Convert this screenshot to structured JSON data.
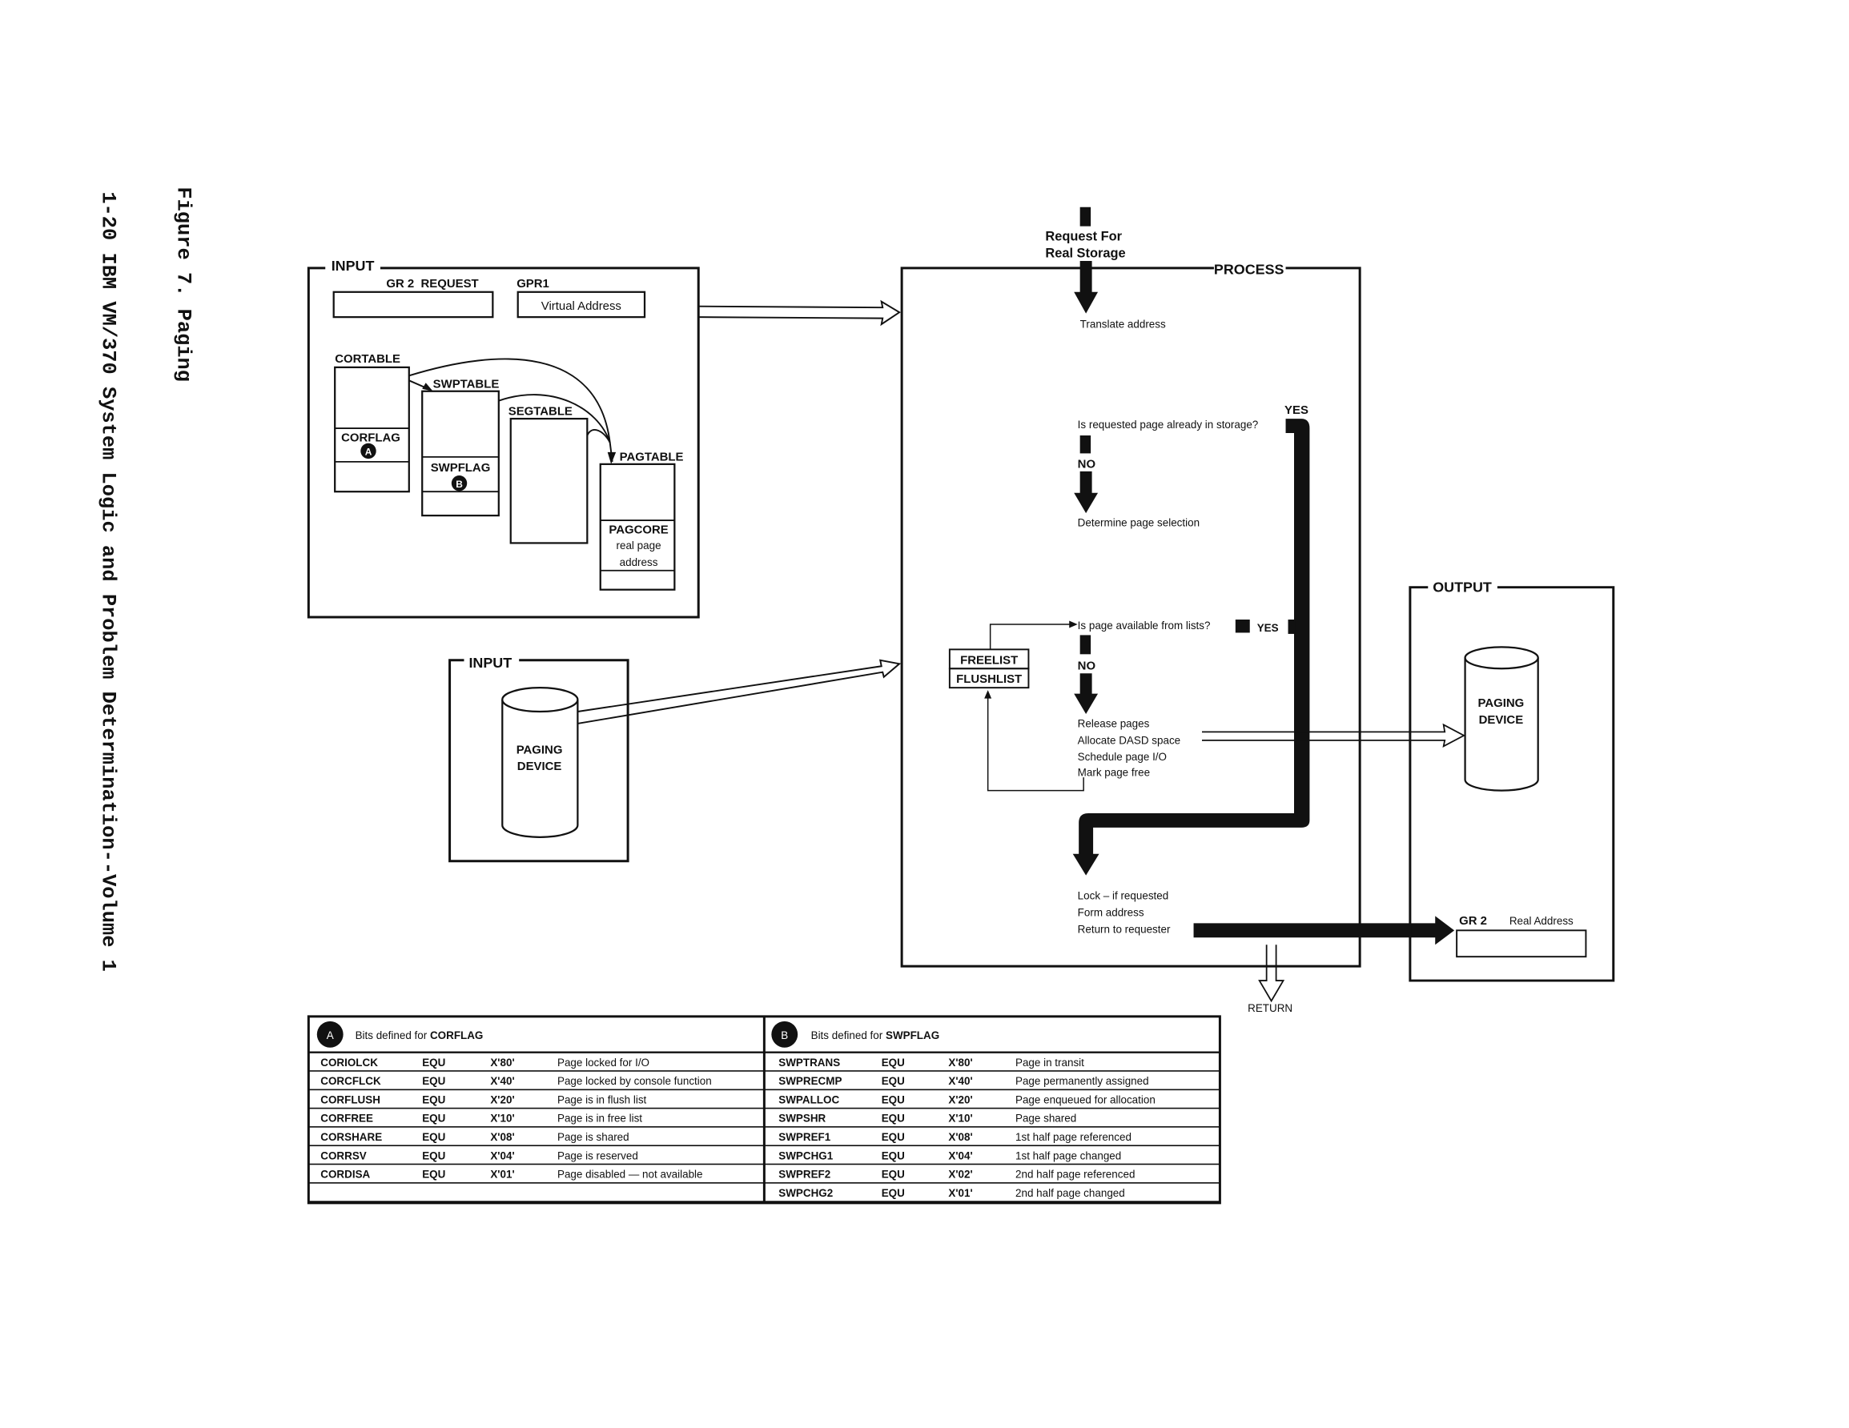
{
  "margin": {
    "figure_title": "Figure 7. Paging",
    "running_footer": "1-20 IBM VM/370 System Logic and Problem Determination--Volume 1"
  },
  "input_registers": {
    "label": "INPUT",
    "gr2_label": "GR 2  REQUEST",
    "gpr1_label": "GPR1",
    "gpr1_value": "Virtual Address",
    "tables": {
      "cortable": "CORTABLE",
      "corflag": "CORFLAG",
      "swptable": "SWPTABLE",
      "swpflag": "SWPFLAG",
      "segtable": "SEGTABLE",
      "pagtable": "PAGTABLE",
      "pagcore": "PAGCORE",
      "pagcore_desc1": "real page",
      "pagcore_desc2": "address"
    },
    "marker_a": "A",
    "marker_b": "B"
  },
  "input_device": {
    "label": "INPUT",
    "device1": "PAGING",
    "device2": "DEVICE"
  },
  "process": {
    "label": "PROCESS",
    "request1": "Request For",
    "request2": "Real Storage",
    "translate": "Translate address",
    "q1": "Is requested page already in storage?",
    "yes": "YES",
    "no": "NO",
    "determine": "Determine page selection",
    "q2": "Is page available from lists?",
    "freelist": "FREELIST",
    "flushlist": "FLUSHLIST",
    "steps": [
      "Release pages",
      "Allocate DASD space",
      "Schedule page I/O",
      "Mark page free"
    ],
    "final_steps": [
      "Lock – if requested",
      "Form address",
      "Return to requester"
    ],
    "return": "RETURN"
  },
  "output": {
    "label": "OUTPUT",
    "device1": "PAGING",
    "device2": "DEVICE",
    "gr2_label": "GR 2",
    "gr2_value": "Real Address"
  },
  "corflag_table": {
    "marker": "A",
    "title_prefix": "Bits defined for ",
    "title_name": "CORFLAG",
    "rows": [
      [
        "CORIOLCK",
        "EQU",
        "X'80'",
        "Page locked for I/O"
      ],
      [
        "CORCFLCK",
        "EQU",
        "X'40'",
        "Page locked by console function"
      ],
      [
        "CORFLUSH",
        "EQU",
        "X'20'",
        "Page is in flush list"
      ],
      [
        "CORFREE",
        "EQU",
        "X'10'",
        "Page is in free list"
      ],
      [
        "CORSHARE",
        "EQU",
        "X'08'",
        "Page is shared"
      ],
      [
        "CORRSV",
        "EQU",
        "X'04'",
        "Page is reserved"
      ],
      [
        "CORDISA",
        "EQU",
        "X'01'",
        "Page disabled — not available"
      ]
    ]
  },
  "swpflag_table": {
    "marker": "B",
    "title_prefix": "Bits defined for ",
    "title_name": "SWPFLAG",
    "rows": [
      [
        "SWPTRANS",
        "EQU",
        "X'80'",
        "Page in transit"
      ],
      [
        "SWPRECMP",
        "EQU",
        "X'40'",
        "Page permanently assigned"
      ],
      [
        "SWPALLOC",
        "EQU",
        "X'20'",
        "Page enqueued for allocation"
      ],
      [
        "SWPSHR",
        "EQU",
        "X'10'",
        "Page shared"
      ],
      [
        "SWPREF1",
        "EQU",
        "X'08'",
        "1st half page referenced"
      ],
      [
        "SWPCHG1",
        "EQU",
        "X'04'",
        "1st half page changed"
      ],
      [
        "SWPREF2",
        "EQU",
        "X'02'",
        "2nd half page referenced"
      ],
      [
        "SWPCHG2",
        "EQU",
        "X'01'",
        "2nd half page changed"
      ]
    ]
  }
}
